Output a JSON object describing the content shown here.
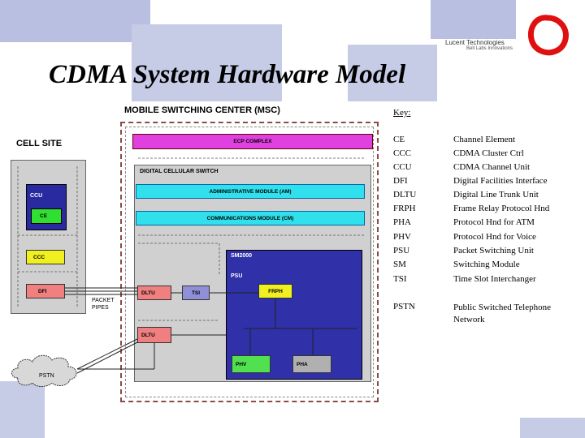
{
  "title": "CDMA System Hardware Model",
  "logo": {
    "company": "Lucent Technologies",
    "tagline": "Bell Labs Innovations"
  },
  "diagram": {
    "msc_label": "MOBILE SWITCHING CENTER (MSC)",
    "cell_site_label": "CELL SITE",
    "ecp_complex": "ECP COMPLEX",
    "digital_cellular_switch": "DIGITAL CELLULAR SWITCH",
    "administrative_module": "ADMINISTRATIVE MODULE (AM)",
    "communications_module": "COMMUNICATIONS MODULE (CM)",
    "sm2000": "SM2000",
    "psu": "PSU",
    "frph": "FRPH",
    "dltu_top": "DLTU",
    "tsi": "TSI",
    "dltu_bottom": "DLTU",
    "phv": "PHV",
    "pha": "PHA",
    "ccu": "CCU",
    "ce": "CE",
    "ccc": "CCC",
    "dfi": "DFI",
    "packet_pipes": "PACKET\nPIPES",
    "pstn": "PSTN"
  },
  "key": {
    "title": "Key:",
    "entries": [
      {
        "abbr": "CE",
        "meaning": "Channel Element"
      },
      {
        "abbr": "CCC",
        "meaning": "CDMA Cluster Ctrl"
      },
      {
        "abbr": "CCU",
        "meaning": "CDMA Channel Unit"
      },
      {
        "abbr": "DFI",
        "meaning": "Digital Facilities Interface"
      },
      {
        "abbr": "DLTU",
        "meaning": "Digital Line Trunk Unit"
      },
      {
        "abbr": "FRPH",
        "meaning": "Frame Relay Protocol Hnd"
      },
      {
        "abbr": "PHA",
        "meaning": "Protocol Hnd for ATM"
      },
      {
        "abbr": "PHV",
        "meaning": "Protocol Hnd for Voice"
      },
      {
        "abbr": "PSU",
        "meaning": "Packet Switching Unit"
      },
      {
        "abbr": "SM",
        "meaning": "Switching Module"
      },
      {
        "abbr": "TSI",
        "meaning": "Time Slot Interchanger"
      },
      {
        "abbr": "PSTN",
        "meaning": "Public Switched Telephone Network"
      }
    ]
  },
  "colors": {
    "background_block": "#b9bfe0",
    "ecp_magenta": "#e040e0",
    "module_cyan": "#30e0ec",
    "ccu_blue": "#2a2aa0",
    "ce_green": "#30e030",
    "ccc_yellow": "#f0f020",
    "dfi_pink": "#f08080",
    "tsi_purple": "#9090d8",
    "sm_blue": "#3030a8",
    "phv_green": "#50e050",
    "pha_gray": "#b0b0b0",
    "logo_red": "#e01010"
  }
}
